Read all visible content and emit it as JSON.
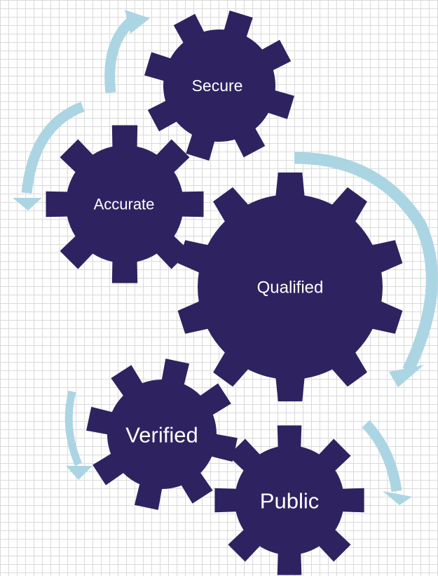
{
  "diagram": {
    "gear_color": "#2e2360",
    "arrow_color": "#acd5e3",
    "grid_color": "#dadada",
    "gears": {
      "secure": {
        "label": "Secure"
      },
      "accurate": {
        "label": "Accurate"
      },
      "qualified": {
        "label": "Qualified"
      },
      "verified": {
        "label": "Verified"
      },
      "public": {
        "label": "Public"
      }
    }
  }
}
